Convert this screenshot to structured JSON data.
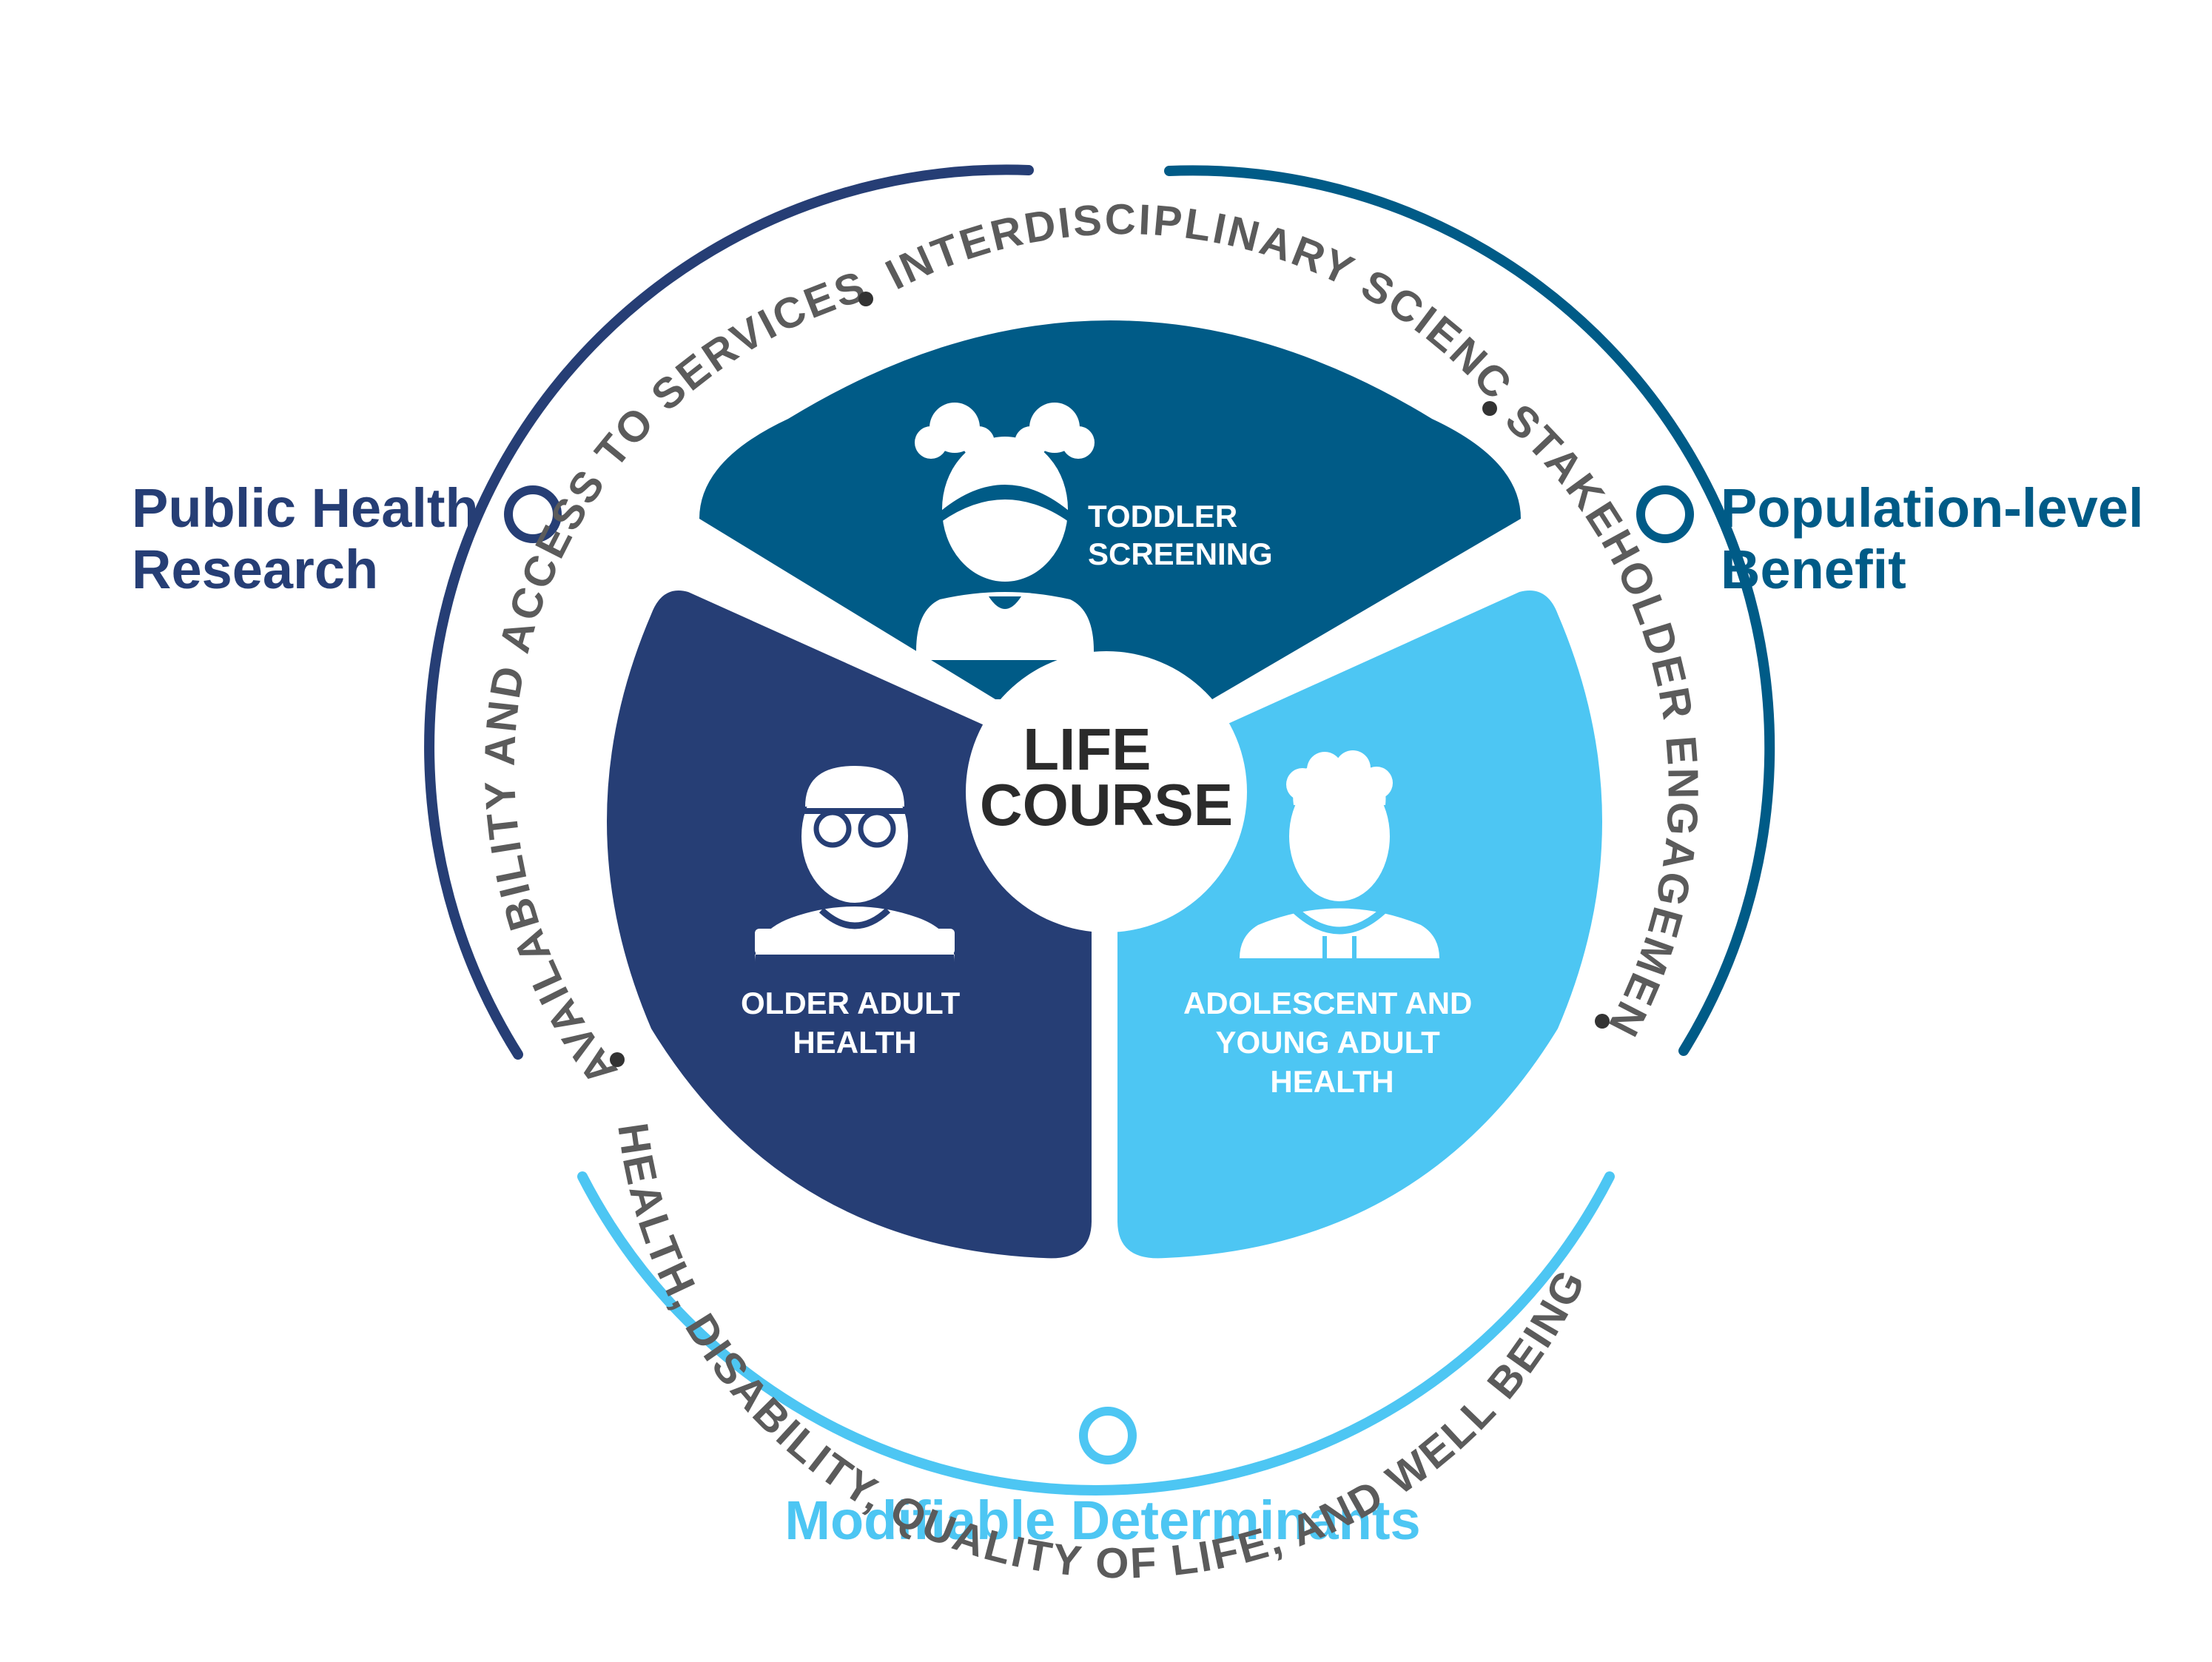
{
  "colors": {
    "dark_navy": "#263e75",
    "teal": "#005b87",
    "light_blue": "#4dc6f3",
    "ring_text": "#5b5b5b",
    "center_text": "#2b2b2b"
  },
  "outer_labels": {
    "public_health": [
      "Public Health",
      "Research"
    ],
    "population": [
      "Population-level",
      "Benefit"
    ],
    "modifiable": "Modifiable Determinants"
  },
  "ring_phrases": {
    "left": "AVAILABILITY AND ACCESS TO SERVICES",
    "top": "INTERDISCIPLINARY SCIENCE",
    "right": "STAKEHOLDER ENGAGEMENT",
    "bottom": "HEALTH, DISABILITY, QUALITY OF LIFE, AND WELL BEING"
  },
  "segments": {
    "toddler": {
      "lines": [
        "TODDLER",
        "SCREENING"
      ],
      "icon": "toddler-girl-icon"
    },
    "older": {
      "lines": [
        "OLDER ADULT",
        "HEALTH"
      ],
      "icon": "older-adult-icon"
    },
    "adolescent": {
      "lines": [
        "ADOLESCENT AND",
        "YOUNG ADULT",
        "HEALTH"
      ],
      "icon": "adolescent-icon"
    }
  },
  "center": {
    "lines": [
      "LIFE",
      "COURSE"
    ]
  }
}
